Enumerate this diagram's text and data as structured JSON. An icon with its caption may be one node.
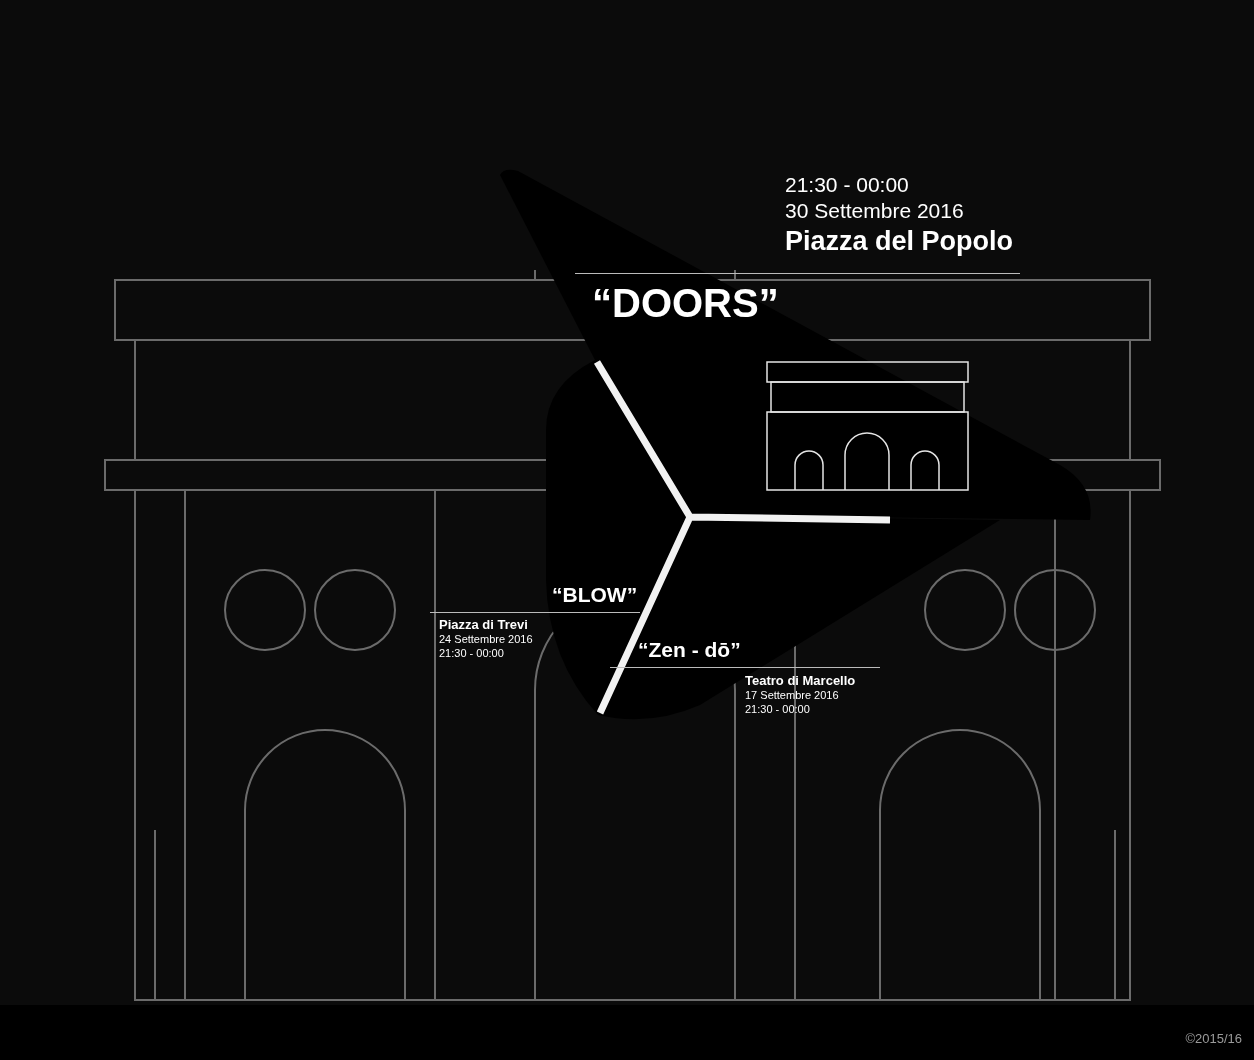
{
  "diagram": {
    "nodes": [
      {
        "text": [
          "“DOORS”"
        ],
        "beside": [
          "21:30 - 00:00",
          "30 Settembre 2016",
          "Piazza del Popolo"
        ]
      },
      {
        "text": [
          "“BLOW”"
        ],
        "beside": [
          "Piazza di Trevi",
          "24 Settembre 2016",
          "21:30 - 00:00"
        ]
      },
      {
        "text": [
          "“Zen - dō”"
        ],
        "beside": [
          "Teatro di Marcello",
          "17 Settembre 2016",
          "21:30 - 00:00"
        ]
      }
    ],
    "edges": [],
    "labels": [
      "©2015/16"
    ]
  }
}
